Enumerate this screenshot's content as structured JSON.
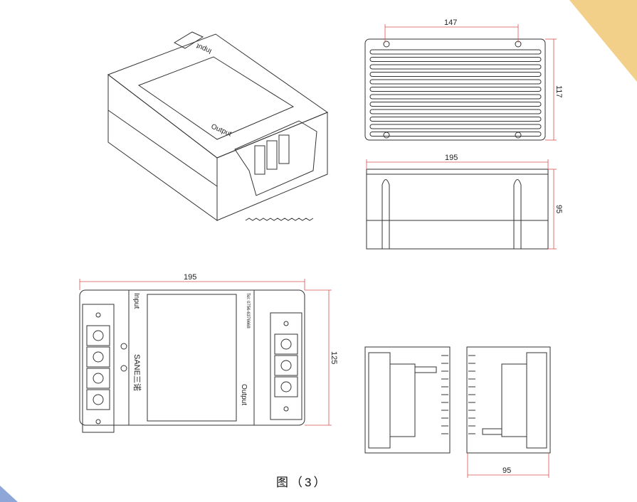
{
  "figure": {
    "caption": "图（3）",
    "colors": {
      "accent_top_right": "#f3d08a",
      "accent_bottom_left": "#8ea6d8",
      "dimension_line": "#d9534f"
    },
    "iso_view": {
      "input_label": "Input",
      "output_label": "Output"
    },
    "top_view": {
      "width_dim": "147",
      "height_dim": "117"
    },
    "side_view": {
      "width_dim": "195",
      "height_dim": "95"
    },
    "front_view": {
      "width_dim": "195",
      "height_dim": "125",
      "input_label": "Input",
      "output_label": "Output",
      "tel_label": "Tel: 0756-6376668",
      "brand_label": "SANE三诺"
    },
    "end_view": {
      "width_dim": "95"
    }
  }
}
